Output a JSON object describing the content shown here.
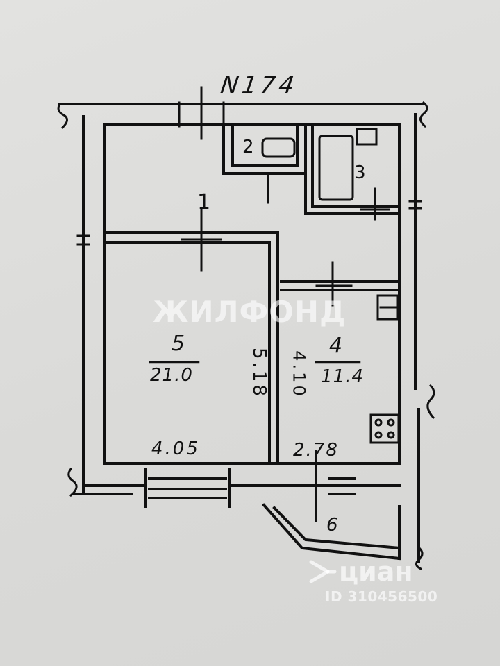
{
  "plan": {
    "title": "N174",
    "rooms": [
      {
        "number": "1"
      },
      {
        "number": "2"
      },
      {
        "number": "3"
      },
      {
        "number": "4",
        "area": "11.4"
      },
      {
        "number": "5",
        "area": "21.0"
      },
      {
        "number": "6"
      }
    ],
    "dimensions": {
      "room5_width": "4.05",
      "room5_length": "5.18",
      "room4_width": "2.78",
      "room4_length": "4.10"
    }
  },
  "watermarks": {
    "agency": "ЖИЛФОНД",
    "portal": "циан",
    "listing_id": "ID 310456500"
  },
  "colors": {
    "paper": "#dcdcda",
    "ink": "#111111",
    "watermark": "#ffffff"
  }
}
